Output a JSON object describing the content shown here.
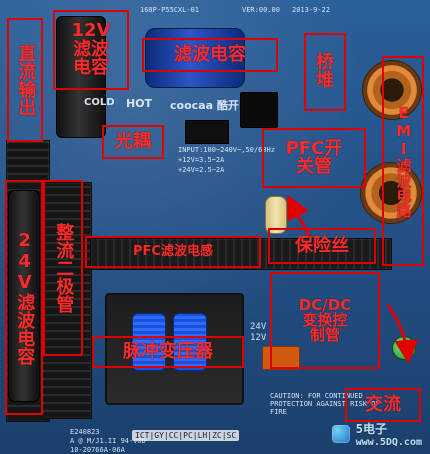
{
  "image": {
    "kind": "power-board-photo",
    "board_text": {
      "top_code": "168P-P55CXL-01",
      "version": "VER:00.00",
      "date": "2013-9-22",
      "hot": "HOT",
      "brand": "coocaa 酷开",
      "input_spec": "INPUT:100~240V~,50/60Hz",
      "out_1": "+12V=3.5~2A",
      "out_2": "+24V=2.5~2A",
      "cold": "COLD",
      "connector": "ICT|GY|CC|PC|LH|ZC|SC",
      "bottom_code": "10-20766A-06A",
      "bottom_note": "CAUTION: FOR CONTINUED PROTECTION AGAINST RISK OF FIRE",
      "e_code": "E240823",
      "sub_code": "A @ M/J1.II 94-V0D",
      "side_24v": "24V",
      "side_12v": "12V"
    },
    "labels": [
      {
        "id": "dc-output",
        "text": "直流输出"
      },
      {
        "id": "cap-12v",
        "text": "12V\n滤波\n电容"
      },
      {
        "id": "filter-cap",
        "text": "滤波电容"
      },
      {
        "id": "bridge",
        "text": "桥\n堆"
      },
      {
        "id": "emi",
        "text": "EMI滤波电路"
      },
      {
        "id": "optocoupler",
        "text": "光耦"
      },
      {
        "id": "pfc-switch",
        "text": "PFC开\n关管"
      },
      {
        "id": "cap-24v",
        "text": "24V滤波电容"
      },
      {
        "id": "rectifier-diode",
        "text": "整流二极管"
      },
      {
        "id": "pfc-coil",
        "text": "PFC滤波电感"
      },
      {
        "id": "fuse",
        "text": "保险丝"
      },
      {
        "id": "pulse-transformer",
        "text": "脉冲变压器"
      },
      {
        "id": "dcdc",
        "text": "DC/DC\n变换控\n制管"
      },
      {
        "id": "ac",
        "text": "交流"
      }
    ],
    "watermark": {
      "site": "www.5DQ.com",
      "brand": "5电子"
    }
  }
}
